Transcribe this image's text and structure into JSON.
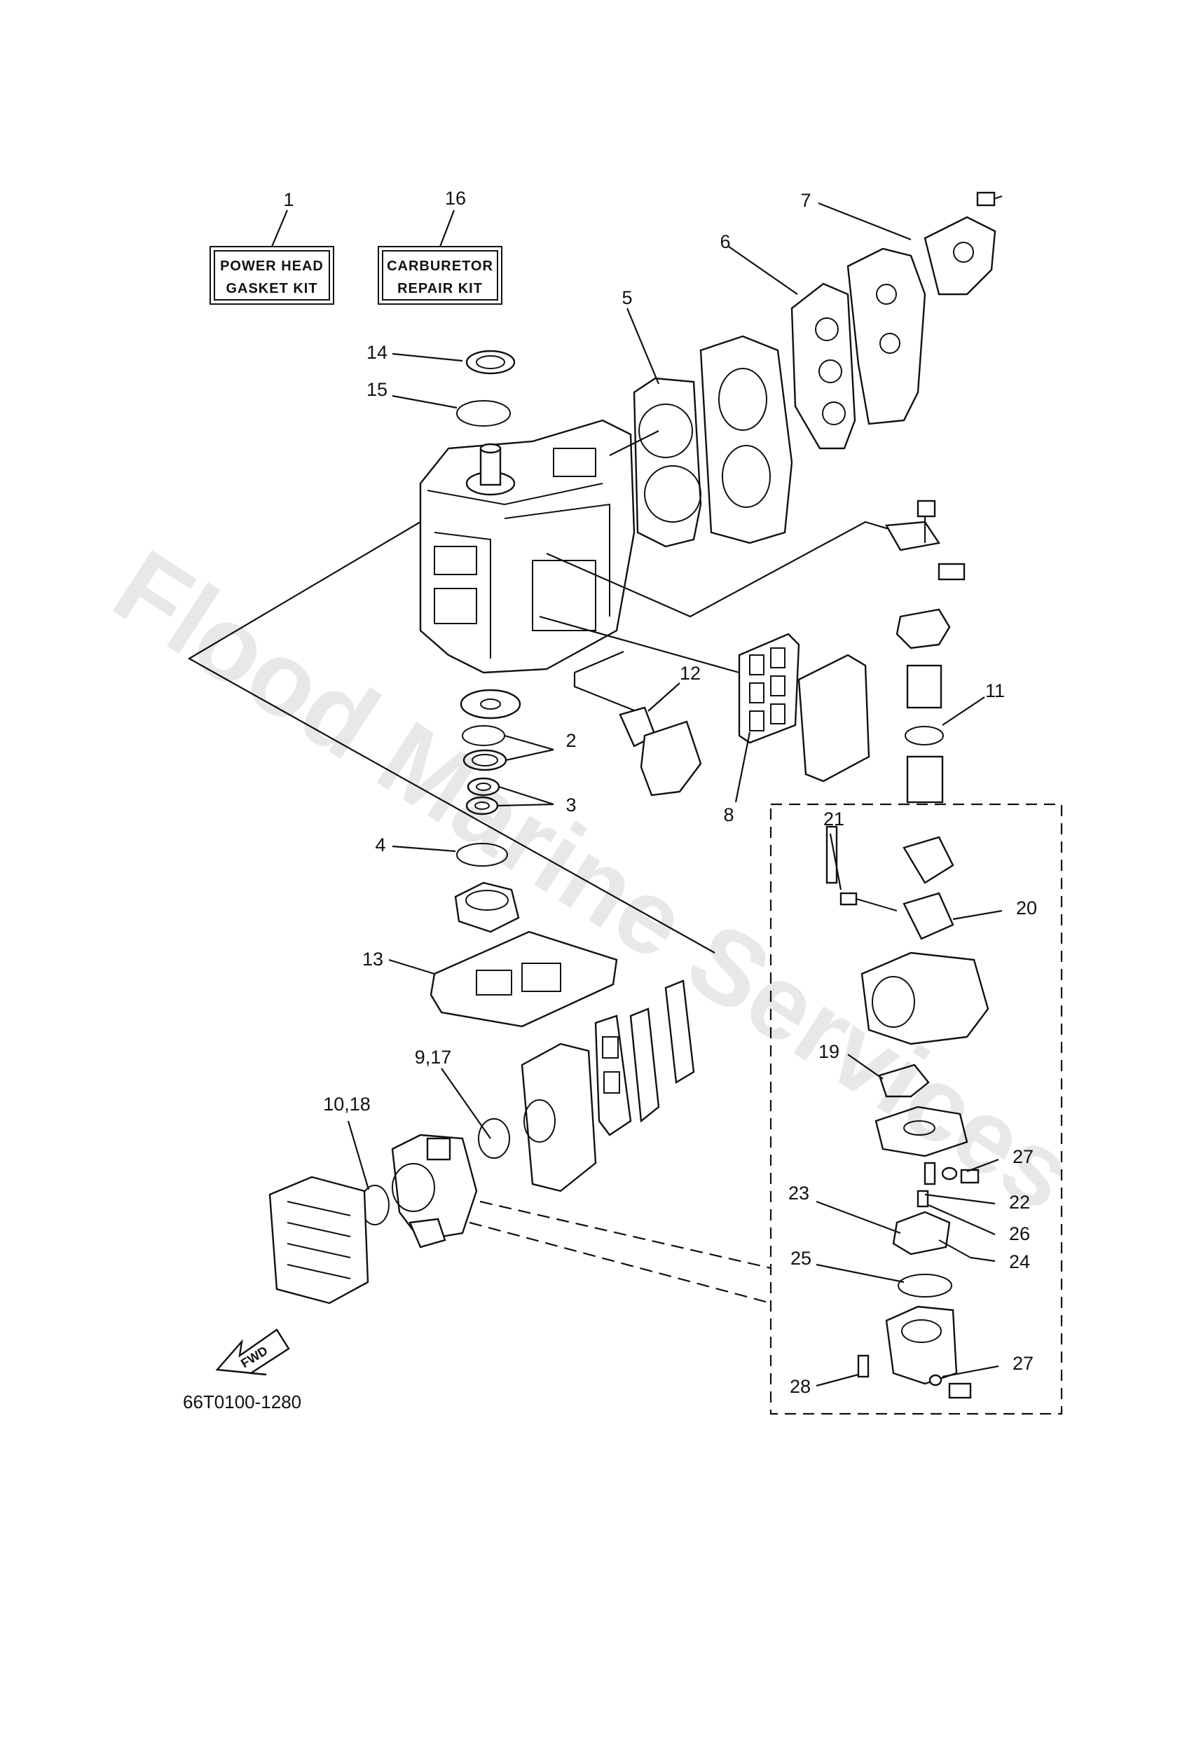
{
  "watermark": "Flood Marine Services",
  "diagram_code": "66T0100-1280",
  "fwd_label": "FWD",
  "kits": {
    "power_head": {
      "number": "1",
      "line1": "POWER HEAD",
      "line2": "GASKET KIT"
    },
    "carburetor": {
      "number": "16",
      "line1": "CARBURETOR",
      "line2": "REPAIR KIT"
    }
  },
  "callouts": {
    "c2": "2",
    "c3": "3",
    "c4": "4",
    "c5": "5",
    "c6": "6",
    "c7": "7",
    "c8": "8",
    "c917": "9,17",
    "c1018": "10,18",
    "c11": "11",
    "c12": "12",
    "c13": "13",
    "c14": "14",
    "c15": "15",
    "c19": "19",
    "c20": "20",
    "c21": "21",
    "c22": "22",
    "c23": "23",
    "c24": "24",
    "c25": "25",
    "c26": "26",
    "c27a": "27",
    "c27b": "27",
    "c28": "28"
  }
}
